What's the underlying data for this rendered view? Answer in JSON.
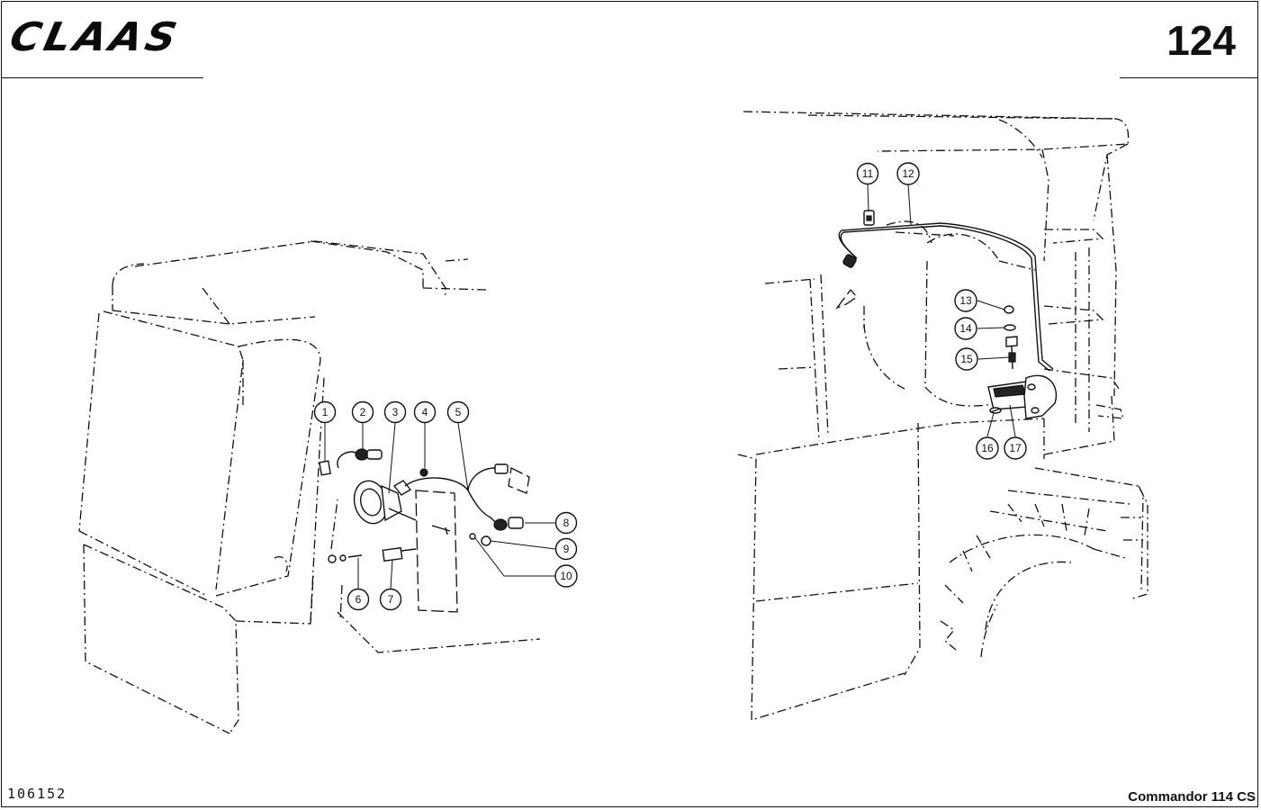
{
  "header": {
    "brand": "CLAAS",
    "page_number": "124"
  },
  "footer": {
    "drawing_number": "106152",
    "model": "Commandor 114 CS"
  },
  "callouts": [
    {
      "label": "1"
    },
    {
      "label": "2"
    },
    {
      "label": "3"
    },
    {
      "label": "4"
    },
    {
      "label": "5"
    },
    {
      "label": "6"
    },
    {
      "label": "7"
    },
    {
      "label": "8"
    },
    {
      "label": "9"
    },
    {
      "label": "10"
    },
    {
      "label": "11"
    },
    {
      "label": "12"
    },
    {
      "label": "13"
    },
    {
      "label": "14"
    },
    {
      "label": "15"
    },
    {
      "label": "16"
    },
    {
      "label": "17"
    }
  ]
}
